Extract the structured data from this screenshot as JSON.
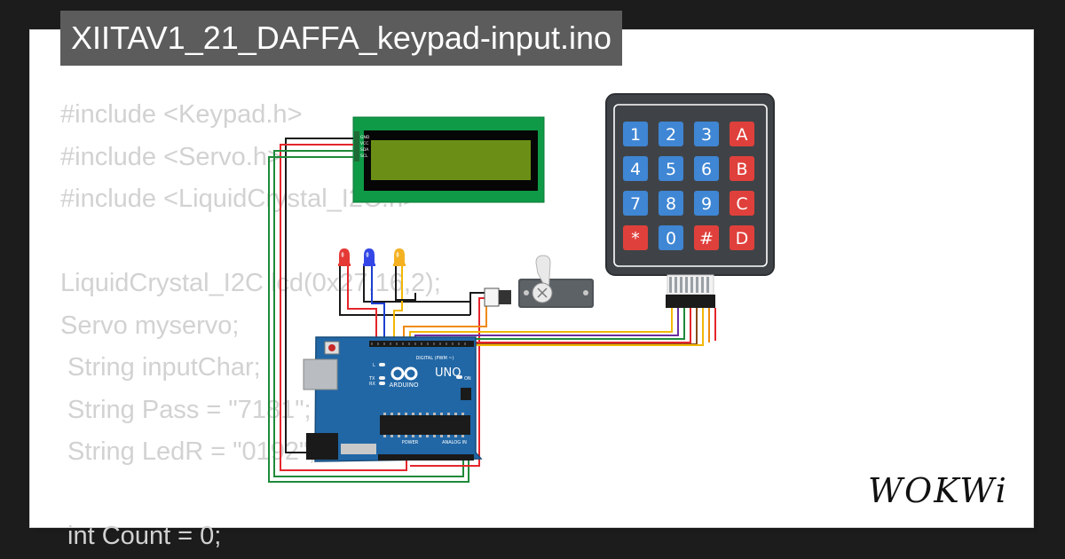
{
  "title": "XIITAV1_21_DAFFA_keypad-input.ino",
  "code_lines": [
    "#include <Keypad.h>",
    "#include <Servo.h>",
    "#include <LiquidCrystal_I2C.h>",
    "",
    "LiquidCrystal_I2C lcd(0x27,16,2);",
    "Servo myservo;",
    " String inputChar;",
    " String Pass = \"7181\";",
    " String LedR = \"0192\";",
    "",
    " int Count = 0;"
  ],
  "keypad": {
    "rows": [
      [
        "1",
        "2",
        "3",
        "A"
      ],
      [
        "4",
        "5",
        "6",
        "B"
      ],
      [
        "7",
        "8",
        "9",
        "C"
      ],
      [
        "*",
        "0",
        "#",
        "D"
      ]
    ]
  },
  "arduino": {
    "brand": "ARDUINO",
    "model": "UNO",
    "digital_label": "DIGITAL (PWM ~)",
    "analog_label": "ANALOG IN",
    "power_label": "POWER",
    "on_label": "ON",
    "tx_label": "TX",
    "rx_label": "RX",
    "l_label": "L"
  },
  "lcd": {
    "pin_labels": [
      "GND",
      "VCC",
      "SDA",
      "SCL"
    ]
  },
  "leds": [
    {
      "color": "#e53935"
    },
    {
      "color": "#3447e6"
    },
    {
      "color": "#f4b223"
    }
  ],
  "wires": {
    "red": "#e4262c",
    "black": "#1a1a1a",
    "green": "#1f8a3a",
    "blue": "#1d3fd1",
    "yellow": "#f2b705",
    "purple": "#6a2fa0",
    "brown": "#8a4b16",
    "orange": "#ef8a0f"
  },
  "logo": "WOKWi"
}
